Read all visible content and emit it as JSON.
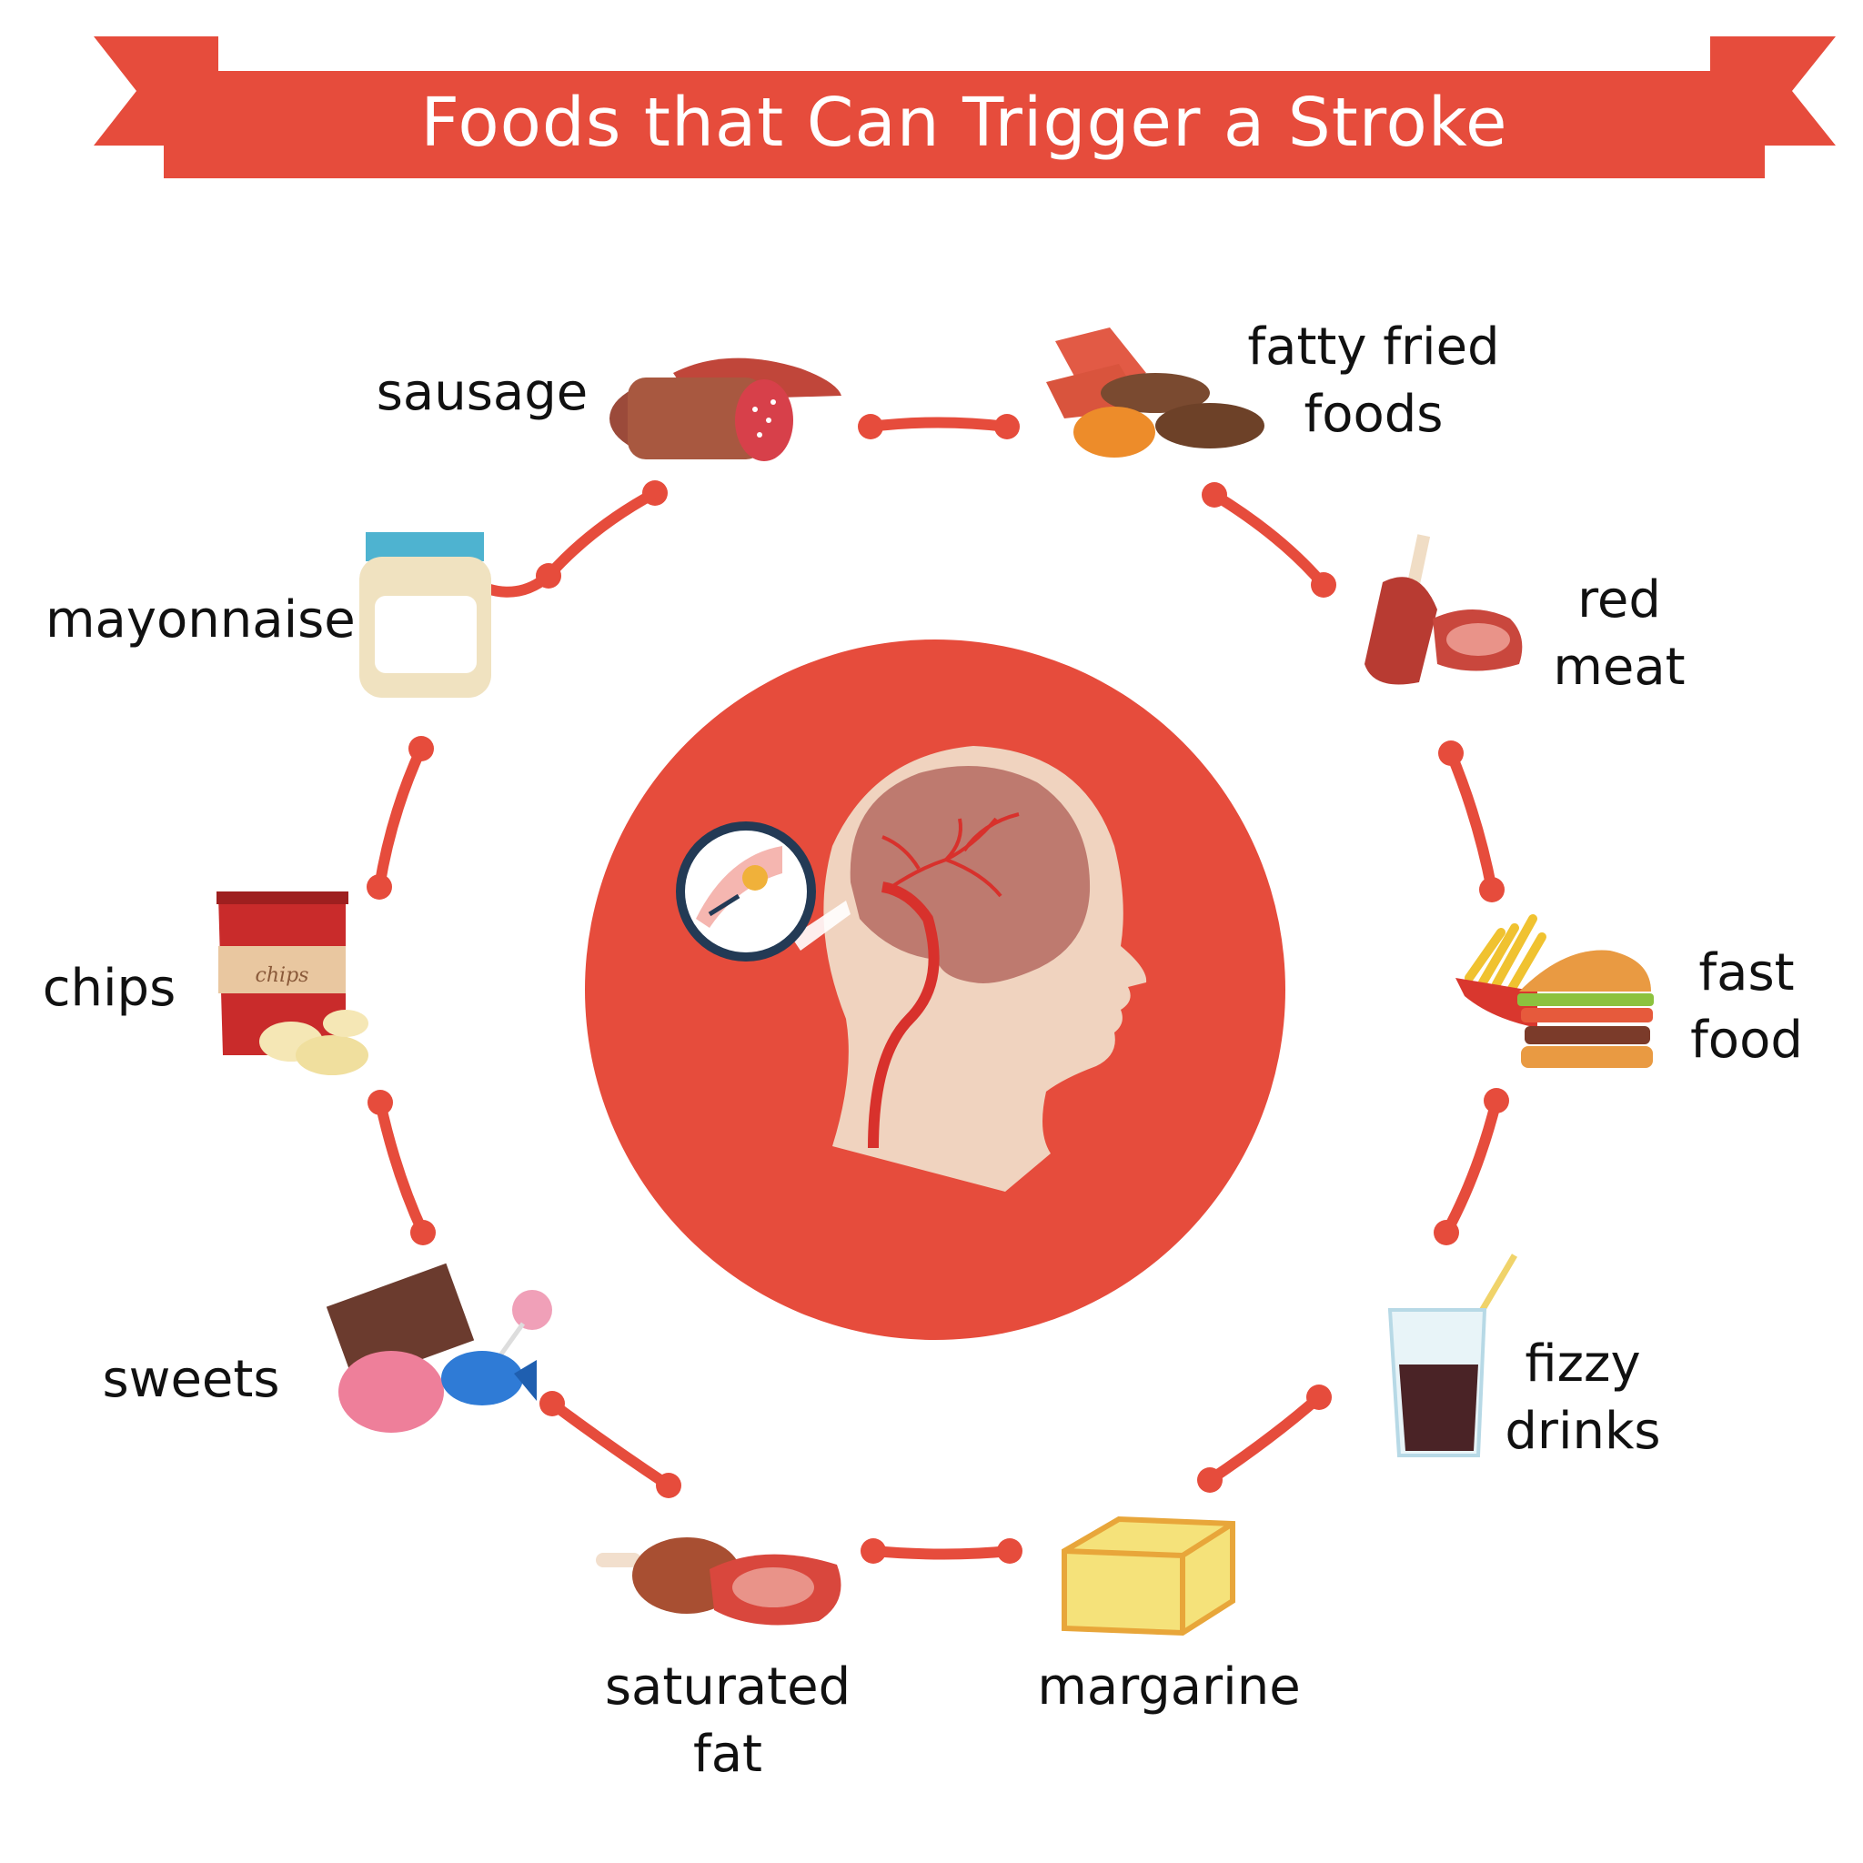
{
  "title": "Foods that Can Trigger a Stroke",
  "colors": {
    "accent": "#e64c3c",
    "ribbon_dark": "#c0392b",
    "skin": "#f0d3bf",
    "brain": "#be7a6f",
    "artery": "#d8312c"
  },
  "foods": {
    "sausage": "sausage",
    "fatty_fried_foods": [
      "fatty fried",
      "foods"
    ],
    "red_meat": [
      "red",
      "meat"
    ],
    "fast_food": [
      "fast",
      "food"
    ],
    "fizzy_drinks": [
      "fizzy",
      "drinks"
    ],
    "margarine": "margarine",
    "saturated_fat": [
      "saturated",
      "fat"
    ],
    "sweets": "sweets",
    "chips": "chips",
    "mayonnaise": "mayonnaise"
  },
  "chips_bag_text": "chips",
  "logo_text": ""
}
